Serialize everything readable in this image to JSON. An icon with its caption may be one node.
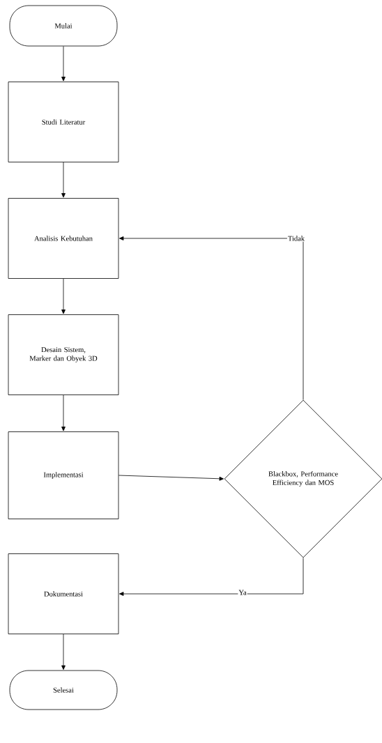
{
  "diagram": {
    "nodes": [
      {
        "text": [
          "Mulai"
        ]
      },
      {
        "text": [
          "Studi Literatur"
        ]
      },
      {
        "text": [
          "Analisis Kebutuhan"
        ]
      },
      {
        "text": [
          "Desain Sistem, Marker dan Obyek 3D"
        ]
      },
      {
        "text": [
          "Implementasi"
        ]
      },
      {
        "text": [
          "Blackbox, Performance Efficiency dan MOS"
        ]
      },
      {
        "text": [
          "Dokumentasi"
        ]
      },
      {
        "text": [
          "Selesai"
        ]
      }
    ],
    "edges": [
      {
        "from": 0,
        "to": 1,
        "arrow": "to"
      },
      {
        "from": 1,
        "to": 2,
        "arrow": "to"
      },
      {
        "from": 2,
        "to": 3,
        "arrow": "to"
      },
      {
        "from": 3,
        "to": 4,
        "arrow": "to"
      },
      {
        "from": 4,
        "to": 5,
        "arrow": "to"
      },
      {
        "from": 5,
        "to": 2,
        "arrow": "to",
        "label": "Tidak"
      },
      {
        "from": 5,
        "to": 6,
        "arrow": "to",
        "label": "Ya"
      },
      {
        "from": 6,
        "to": 7,
        "arrow": "to"
      }
    ]
  }
}
